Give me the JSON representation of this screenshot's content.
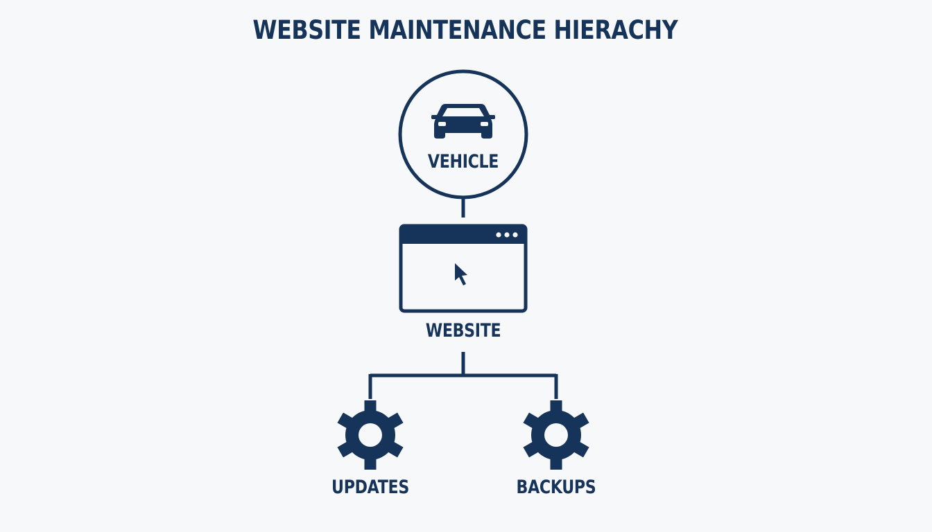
{
  "title": "WEBSITE MAINTENANCE HIERACHY",
  "colors": {
    "primary": "#163459",
    "background": "#f7f8f9"
  },
  "nodes": {
    "vehicle": {
      "label": "VEHICLE",
      "icon": "car-icon"
    },
    "website": {
      "label": "WEBSITE",
      "icon": "browser-window-icon"
    },
    "updates": {
      "label": "UPDATES",
      "icon": "gear-icon"
    },
    "backups": {
      "label": "BACKUPS",
      "icon": "gear-icon"
    }
  }
}
